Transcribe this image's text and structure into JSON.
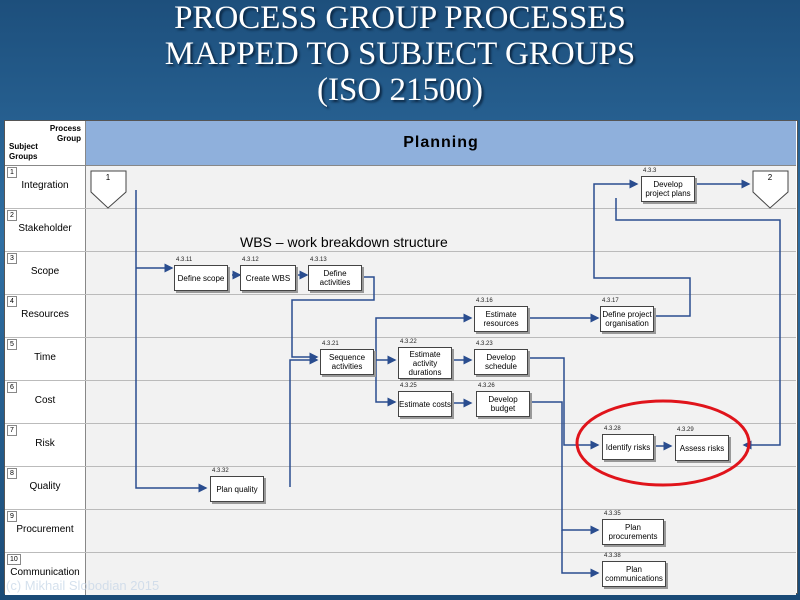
{
  "title": {
    "line1": "PROCESS GROUP PROCESSES",
    "line2": "MAPPED TO SUBJECT GROUPS",
    "line3": "(ISO 21500)"
  },
  "header": {
    "process_group": "Process\nGroup",
    "subject_groups": "Subject\nGroups",
    "planning": "Planning"
  },
  "rows": [
    {
      "num": "1",
      "name": "Integration"
    },
    {
      "num": "2",
      "name": "Stakeholder"
    },
    {
      "num": "3",
      "name": "Scope"
    },
    {
      "num": "4",
      "name": "Resources"
    },
    {
      "num": "5",
      "name": "Time"
    },
    {
      "num": "6",
      "name": "Cost"
    },
    {
      "num": "7",
      "name": "Risk"
    },
    {
      "num": "8",
      "name": "Quality"
    },
    {
      "num": "9",
      "name": "Procurement"
    },
    {
      "num": "10",
      "name": "Communication"
    }
  ],
  "connectors": {
    "start": "1",
    "end": "2"
  },
  "boxes": {
    "define_scope": {
      "code": "4.3.11",
      "label": "Define scope"
    },
    "create_wbs": {
      "code": "4.3.12",
      "label": "Create WBS"
    },
    "define_activities": {
      "code": "4.3.13",
      "label": "Define activities"
    },
    "develop_plans": {
      "code": "4.3.3",
      "label": "Develop project plans"
    },
    "estimate_resources": {
      "code": "4.3.16",
      "label": "Estimate resources"
    },
    "define_org": {
      "code": "4.3.17",
      "label": "Define project organisation"
    },
    "sequence": {
      "code": "4.3.21",
      "label": "Sequence activities"
    },
    "estimate_durations": {
      "code": "4.3.22",
      "label": "Estimate activity durations"
    },
    "develop_schedule": {
      "code": "4.3.23",
      "label": "Develop schedule"
    },
    "estimate_costs": {
      "code": "4.3.25",
      "label": "Estimate costs"
    },
    "develop_budget": {
      "code": "4.3.26",
      "label": "Develop budget"
    },
    "identify_risks": {
      "code": "4.3.28",
      "label": "Identify risks"
    },
    "assess_risks": {
      "code": "4.3.29",
      "label": "Assess risks"
    },
    "plan_quality": {
      "code": "4.3.32",
      "label": "Plan quality"
    },
    "plan_procurements": {
      "code": "4.3.35",
      "label": "Plan procurements"
    },
    "plan_communications": {
      "code": "4.3.38",
      "label": "Plan communications"
    }
  },
  "annotation": "WBS – work breakdown structure",
  "copyright": "(c) Mikhail Slobodian 2015",
  "colors": {
    "arrow": "#2a4d8f",
    "highlight": "#e0141b",
    "header": "#8fb0dc"
  }
}
